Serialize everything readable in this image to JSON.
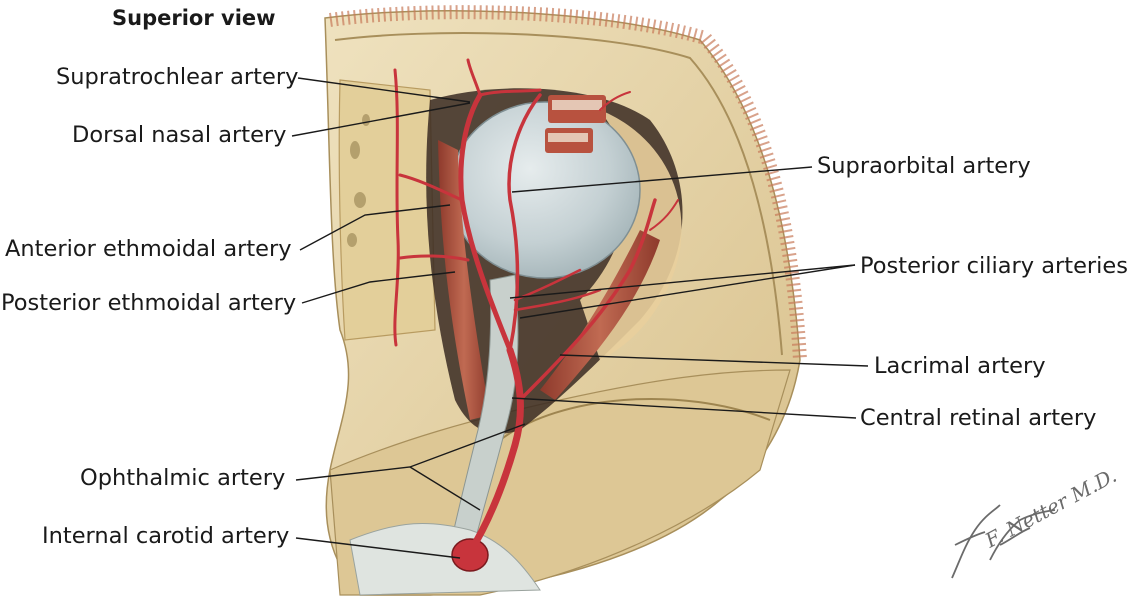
{
  "title": "Superior view",
  "labels": {
    "supratrochlear": "Supratrochlear artery",
    "dorsal_nasal": "Dorsal nasal artery",
    "anterior_ethmoidal": "Anterior ethmoidal artery",
    "posterior_ethmoidal": "Posterior ethmoidal artery",
    "ophthalmic": "Ophthalmic artery",
    "internal_carotid": "Internal carotid artery",
    "supraorbital": "Supraorbital artery",
    "posterior_ciliary": "Posterior ciliary arteries",
    "lacrimal": "Lacrimal artery",
    "central_retinal": "Central retinal artery"
  },
  "signature": "F. Netter M.D.",
  "colors": {
    "bone": "#e8d6a8",
    "bone_shadow": "#c9b07a",
    "eyeball": "#c9d4d6",
    "artery": "#c8343c",
    "muscle": "#b0503e",
    "fat": "#e9cf9c",
    "nerve": "#d8dcd6",
    "leader": "#1a1a1a"
  }
}
